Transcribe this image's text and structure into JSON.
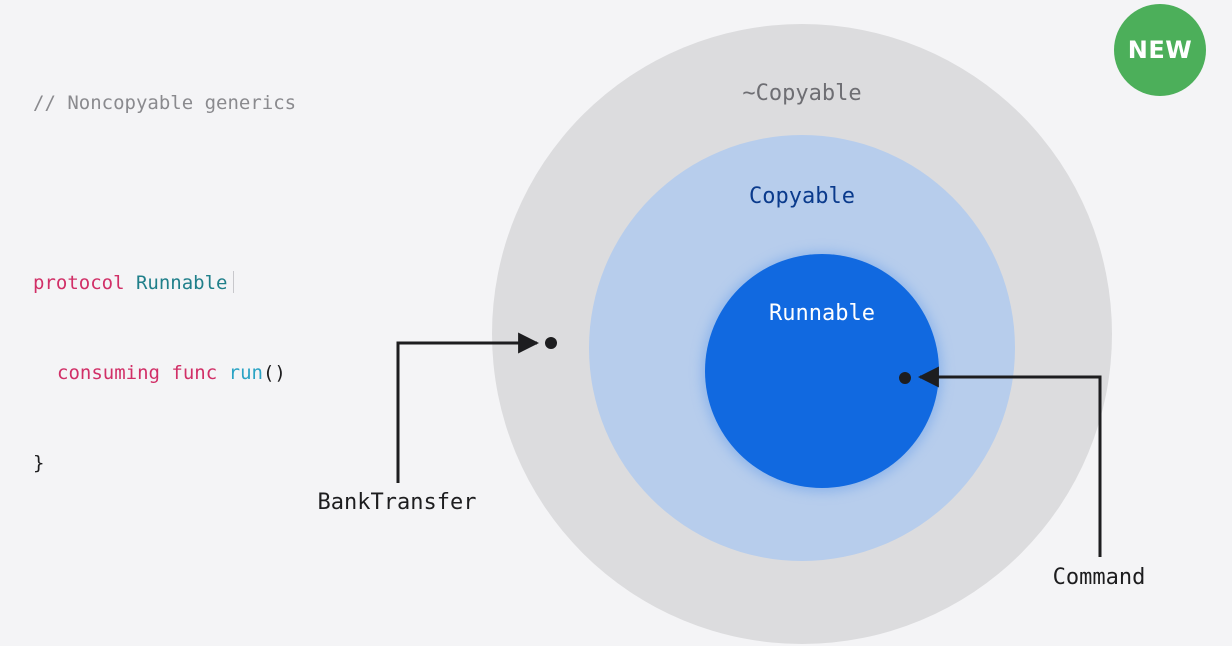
{
  "code": {
    "comment": "// Noncopyable generics",
    "kw_protocol": "protocol",
    "protocol_name": "Runnable",
    "kw_consuming": "consuming",
    "kw_func": "func",
    "fn_name": "run",
    "fn_parens": "()",
    "close_brace": "}"
  },
  "badge": {
    "label": "NEW",
    "color": "#4caf5a"
  },
  "diagram": {
    "outer_label": "~Copyable",
    "middle_label": "Copyable",
    "inner_label": "Runnable",
    "left_type": "BankTransfer",
    "right_type": "Command",
    "colors": {
      "outer": "#dcdcde",
      "middle": "#b7cdec",
      "inner": "#1169e0",
      "outer_text": "#6e6e73",
      "middle_text": "#0a3a8c",
      "inner_text": "#ffffff",
      "arrow": "#1d1d1f"
    }
  }
}
